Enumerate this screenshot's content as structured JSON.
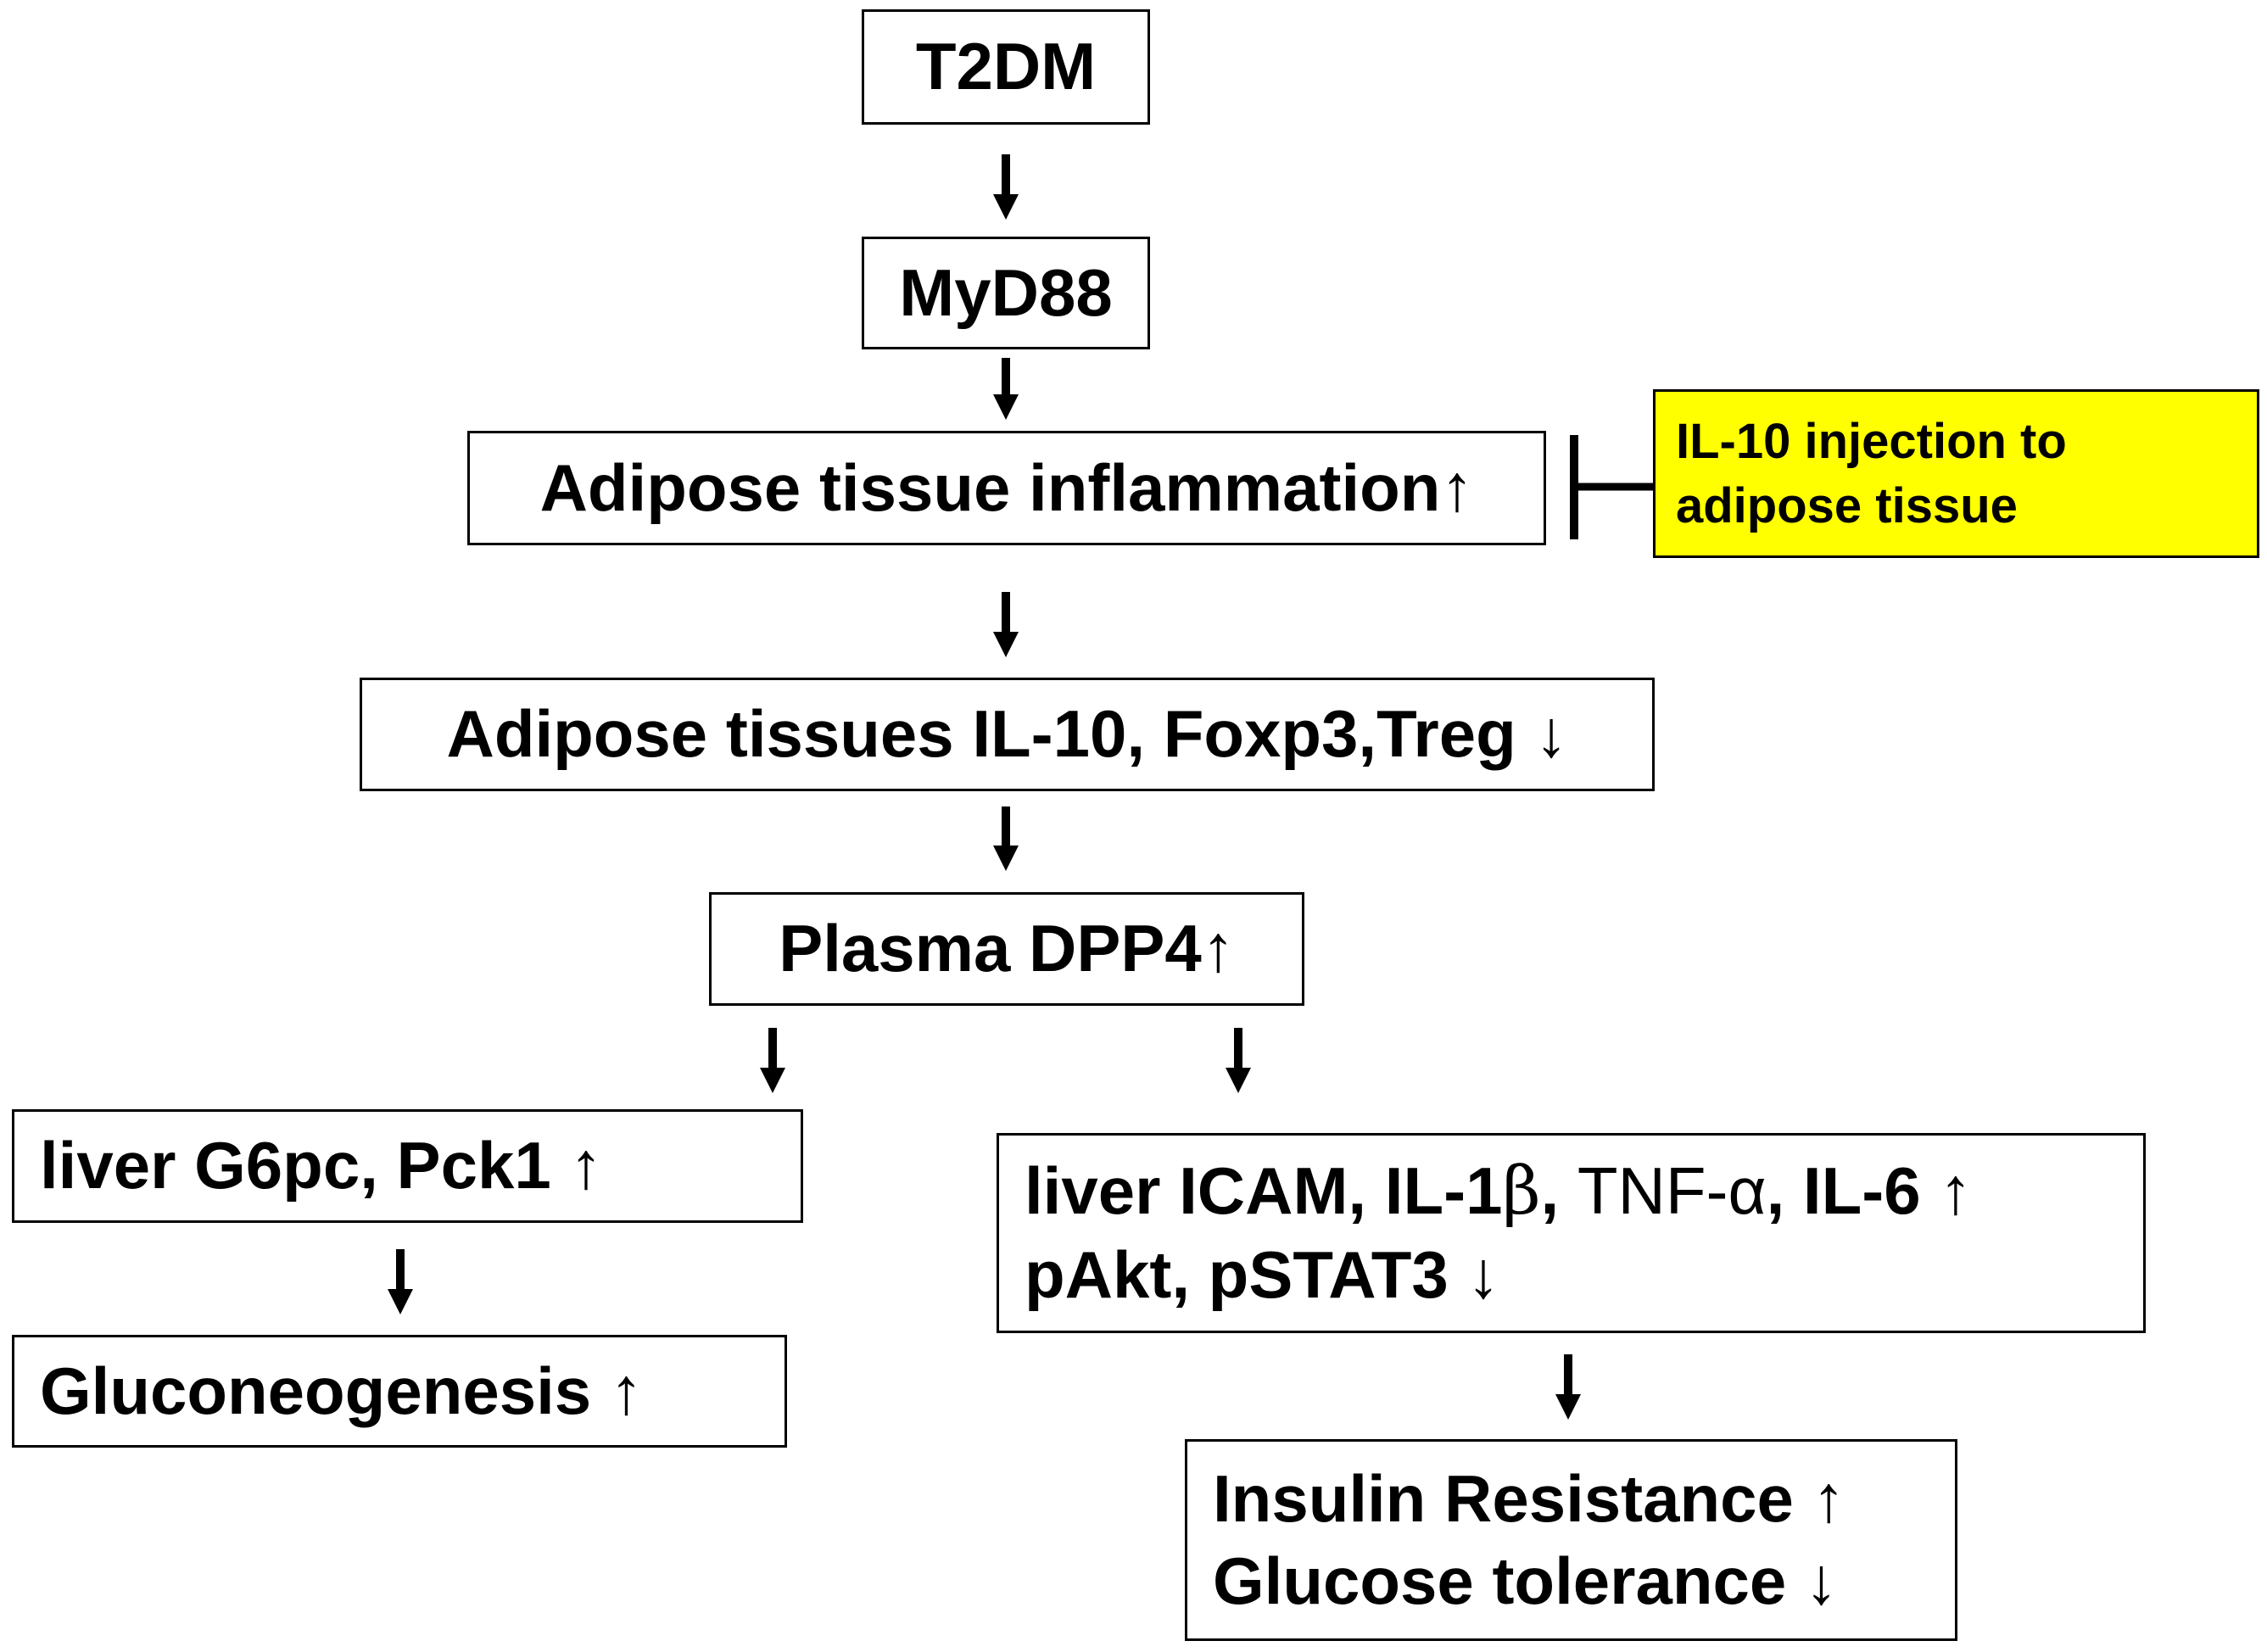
{
  "nodes": {
    "t2dm": "T2DM",
    "myd88": "MyD88",
    "adipose_inflammation": "Adipose tissue inflammation↑",
    "adipose_il10": "Adipose tissues IL-10, Foxp3,Treg ↓",
    "plasma_dpp4": "Plasma DPP4↑",
    "liver_g6pc": "liver G6pc, Pck1 ↑",
    "gluconeogenesis": "Gluconeogenesis ↑",
    "liver_icam": {
      "part1": "liver ICAM, IL-1",
      "beta": "β",
      "part2": ", ",
      "tnf": "TNF-α",
      "part3": ", IL-6 ↑",
      "line2": "pAkt, pSTAT3 ↓"
    },
    "insulin": {
      "line1": "Insulin Resistance ↑",
      "line2": "Glucose tolerance ↓"
    }
  },
  "inhibitor": {
    "line1": "IL-10 injection to",
    "line2": "adipose tissue",
    "color": "#ffff00"
  }
}
